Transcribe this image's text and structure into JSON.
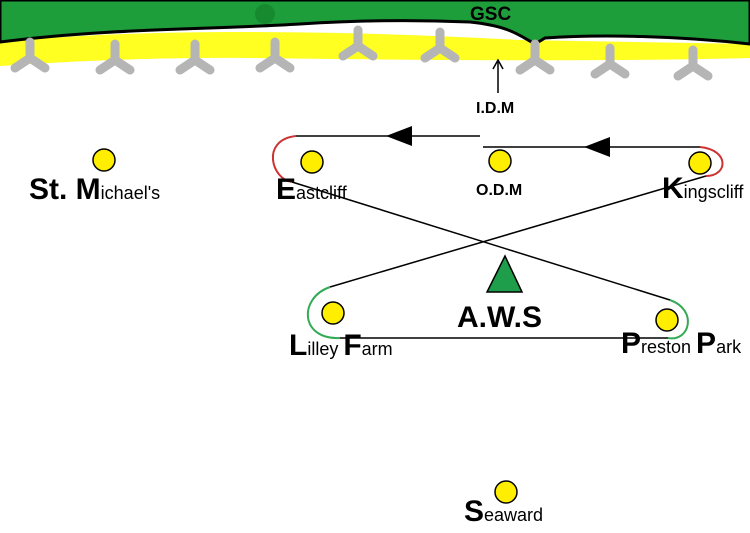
{
  "header": {
    "coast_label": "GSC"
  },
  "markers": {
    "idm": "I.D.M",
    "odm": "O.D.M",
    "aws": "A.W.S"
  },
  "stations": {
    "st_michaels": {
      "initial": "St. M",
      "rest": "ichael's"
    },
    "eastcliff": {
      "initial": "E",
      "rest": "astcliff"
    },
    "kingscliff": {
      "initial": "K",
      "rest": "ingscliff"
    },
    "lilley_farm": {
      "initial1": "L",
      "rest1": "illey ",
      "initial2": "F",
      "rest2": "arm"
    },
    "preston_park": {
      "initial1": "P",
      "rest1": "reston ",
      "initial2": "P",
      "rest2": "ark"
    },
    "seaward": {
      "initial": "S",
      "rest": "eaward"
    }
  },
  "colors": {
    "grass": "#1e9e3a",
    "sand": "#ffff22",
    "station_fill": "#ffee00",
    "aws_triangle": "#1e9e4a",
    "west_turn": "#cc3333",
    "east_turn": "#33aa55",
    "groyne": "#b5b5b5"
  },
  "icons": {
    "groyne": "tripod-groyne-icon",
    "station": "yellow-circle-icon",
    "aws": "green-triangle-icon",
    "arrow": "arrow-up-icon"
  }
}
